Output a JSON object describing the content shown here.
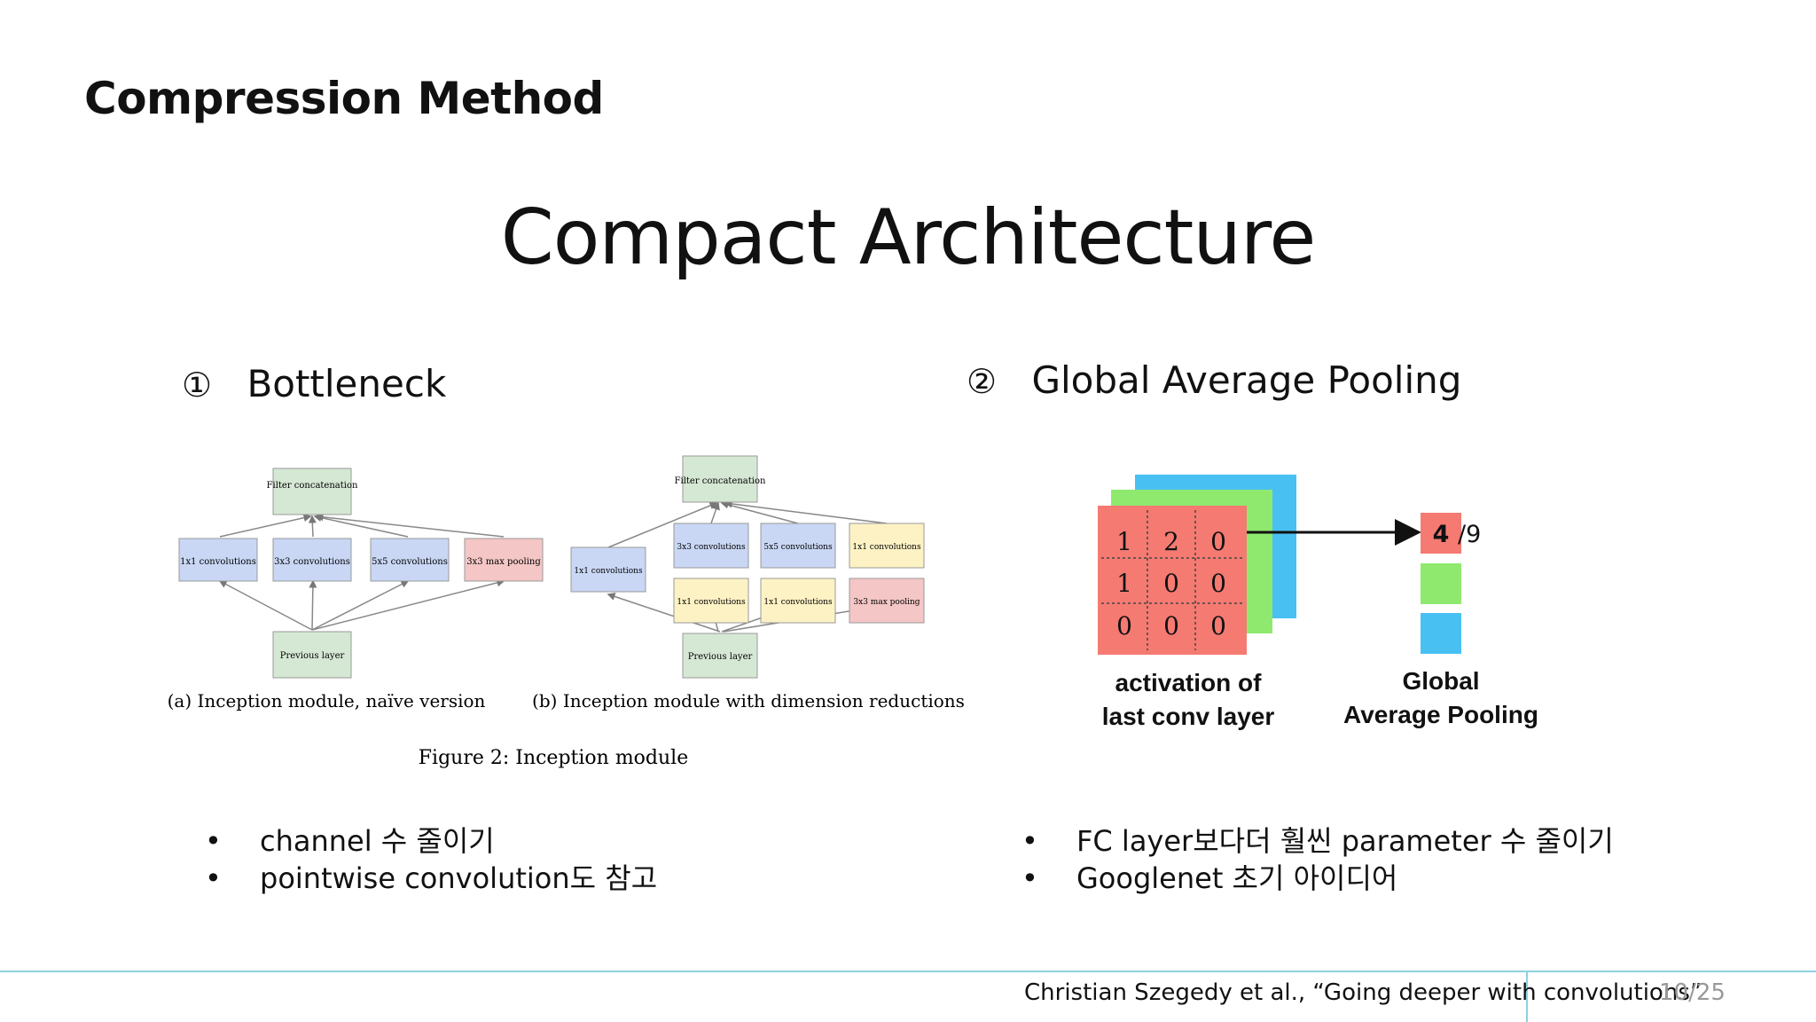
{
  "slide": {
    "section_title": "Compression Method",
    "title": "Compact Architecture"
  },
  "left": {
    "number": "①",
    "heading": "Bottleneck",
    "figure": {
      "naive": {
        "top": "Filter concatenation",
        "ops": [
          "1x1 convolutions",
          "3x3 convolutions",
          "5x5 convolutions",
          "3x3 max pooling"
        ],
        "bottom": "Previous layer",
        "caption": "(a) Inception module, naïve version"
      },
      "reduced": {
        "top": "Filter concatenation",
        "upper_ops": [
          "3x3 convolutions",
          "5x5 convolutions",
          "1x1 convolutions"
        ],
        "side_op": "1x1 convolutions",
        "lower_ops": [
          "1x1 convolutions",
          "1x1 convolutions",
          "3x3 max pooling"
        ],
        "bottom": "Previous layer",
        "caption": "(b) Inception module with dimension reductions"
      },
      "caption": "Figure 2: Inception module"
    },
    "bullets": [
      "channel 수 줄이기",
      "pointwise convolution도 참고"
    ]
  },
  "right": {
    "number": "②",
    "heading": "Global Average Pooling",
    "figure": {
      "grid": [
        [
          "1",
          "2",
          "0"
        ],
        [
          "1",
          "0",
          "0"
        ],
        [
          "0",
          "0",
          "0"
        ]
      ],
      "pooled_value": "4",
      "pooled_denominator": "/9",
      "label_left_line1": "activation of",
      "label_left_line2": "last conv layer",
      "label_right_line1": "Global",
      "label_right_line2": "Average Pooling",
      "colors": {
        "red": "#f47a72",
        "green": "#8fe96f",
        "blue": "#48c1f2"
      }
    },
    "bullets": [
      "FC layer보다더 훨씬 parameter 수 줄이기",
      "Googlenet 초기 아이디어"
    ]
  },
  "footer": {
    "citation": "Christian Szegedy et al., “Going deeper with convolutions”",
    "page": "10/25"
  },
  "colors": {
    "green_box": "#d5e8d4",
    "blue_box": "#c9d7f5",
    "red_box": "#f5c6c6",
    "yellow_box": "#fdf2c4",
    "footer_line": "#8fd0e0"
  }
}
